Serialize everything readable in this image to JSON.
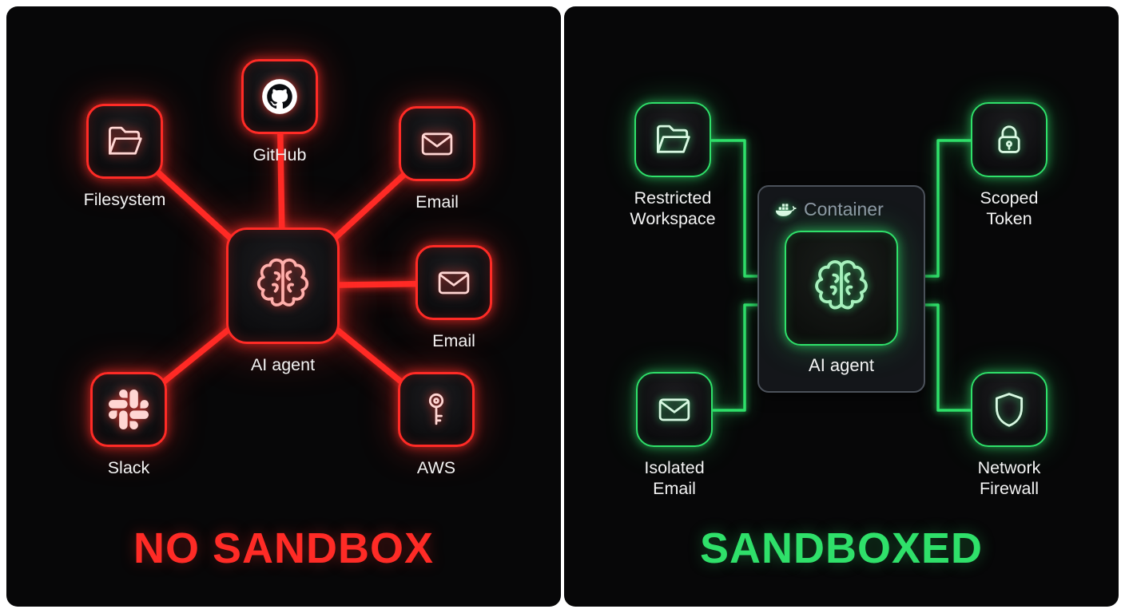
{
  "theme": {
    "red_accent": "#ff2b26",
    "green_accent": "#2fe06a",
    "label_color": "#f3f3f3",
    "container_label_color": "#8f98a5",
    "docker_blue": "#2496ed",
    "panel_background": "#070708"
  },
  "left": {
    "title": "NO SANDBOX",
    "center": {
      "label": "AI agent",
      "icon": "brain-icon"
    },
    "nodes": [
      {
        "label": "Filesystem",
        "icon": "folder-icon"
      },
      {
        "label": "GitHub",
        "icon": "github-icon"
      },
      {
        "label": "Email",
        "icon": "envelope-icon"
      },
      {
        "label": "Email",
        "icon": "envelope-icon"
      },
      {
        "label": "Slack",
        "icon": "slack-icon"
      },
      {
        "label": "AWS",
        "icon": "key-icon"
      }
    ]
  },
  "right": {
    "title": "SANDBOXED",
    "container": {
      "label": "Container",
      "icon": "docker-icon"
    },
    "center": {
      "label": "AI agent",
      "icon": "brain-icon"
    },
    "nodes": [
      {
        "label": "Restricted Workspace",
        "icon": "folder-icon"
      },
      {
        "label": "Scoped Token",
        "icon": "lock-icon"
      },
      {
        "label": "Isolated Email",
        "icon": "envelope-icon"
      },
      {
        "label": "Network Firewall",
        "icon": "shield-icon"
      }
    ]
  }
}
